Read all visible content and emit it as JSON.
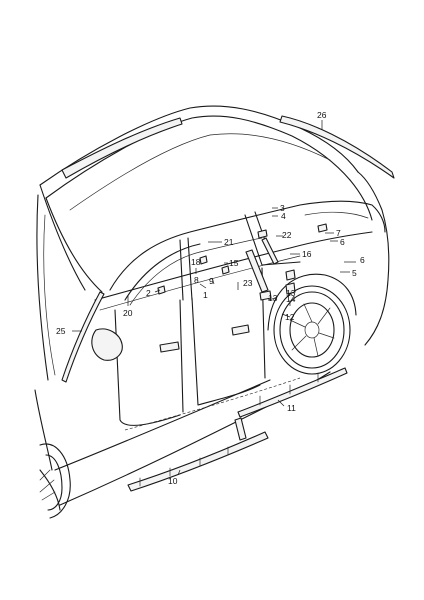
{
  "diagram": {
    "callouts": [
      {
        "id": "c26",
        "label": "26"
      },
      {
        "id": "c3",
        "label": "3"
      },
      {
        "id": "c4",
        "label": "4"
      },
      {
        "id": "c7",
        "label": "7"
      },
      {
        "id": "c6",
        "label": "6"
      },
      {
        "id": "c22",
        "label": "22"
      },
      {
        "id": "c21",
        "label": "21"
      },
      {
        "id": "c16",
        "label": "16"
      },
      {
        "id": "c6b",
        "label": "6"
      },
      {
        "id": "c5",
        "label": "5"
      },
      {
        "id": "c15",
        "label": "15"
      },
      {
        "id": "c18",
        "label": "18"
      },
      {
        "id": "c8",
        "label": "8"
      },
      {
        "id": "c9",
        "label": "9"
      },
      {
        "id": "c1",
        "label": "1"
      },
      {
        "id": "c23",
        "label": "23"
      },
      {
        "id": "c13",
        "label": "13"
      },
      {
        "id": "c2",
        "label": "2"
      },
      {
        "id": "c13b",
        "label": "13"
      },
      {
        "id": "c14",
        "label": "14"
      },
      {
        "id": "c20",
        "label": "20"
      },
      {
        "id": "c12",
        "label": "12"
      },
      {
        "id": "c25",
        "label": "25"
      },
      {
        "id": "c11",
        "label": "11"
      },
      {
        "id": "c10",
        "label": "10"
      }
    ]
  }
}
